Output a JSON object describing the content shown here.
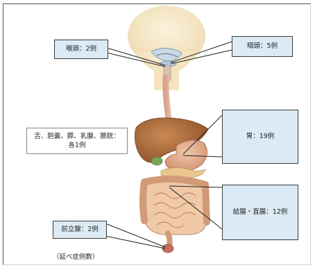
{
  "labels": {
    "larynx": "喉頭：2例",
    "pharynx": "咽頭：5例",
    "stomach": "胃：19例",
    "others_line1": "舌、胆嚢、膵、乳腺、膀胱：",
    "others_line2": "各1例",
    "colon_rectum": "結腸・直腸：12例",
    "prostate": "前立腺：2例"
  },
  "footnote": "（延べ症例数）"
}
